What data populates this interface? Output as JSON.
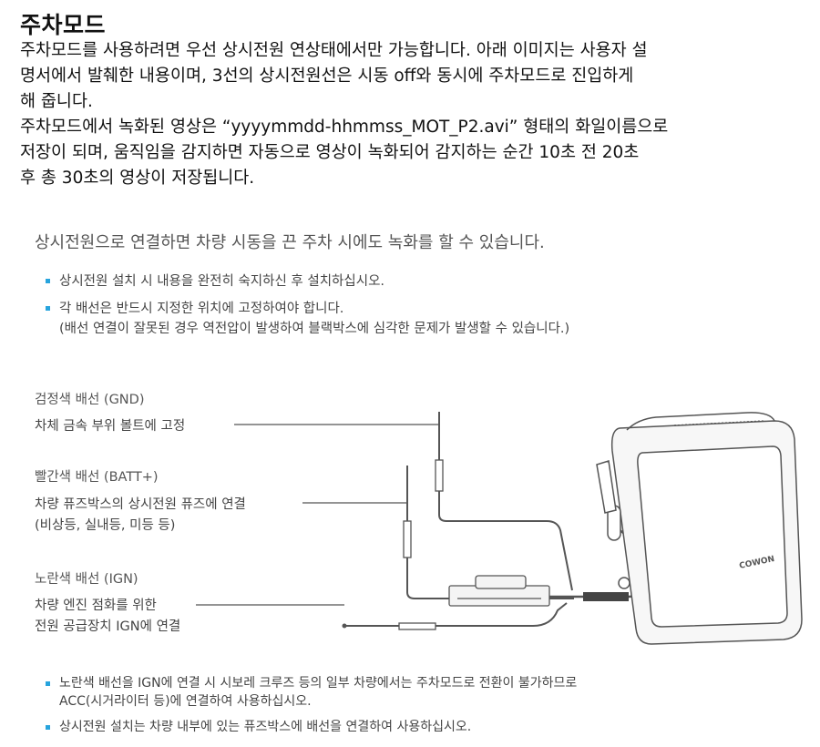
{
  "title": "주차모드",
  "intro": [
    "주차모드를 사용하려면 우선 상시전원 연상태에서만 가능합니다. 아래 이미지는 사용자 설",
    "명서에서 발췌한 내용이며, 3선의 상시전원선은 시동 off와 동시에 주차모드로 진입하게",
    "해 줍니다.",
    "주차모드에서 녹화된 영상은 “yyyymmdd-hhmmss_MOT_P2.avi” 형태의 화일이름으로",
    "저장이 되며, 움직임을 감지하면 자동으로 영상이 녹화되어 감지하는 순간 10초 전 20초",
    "후 총 30초의 영상이 저장됩니다."
  ],
  "lead": "상시전원으로 연결하면 차량 시동을 끈 주차 시에도 녹화를 할 수 있습니다.",
  "notes_top": [
    {
      "line1": "상시전원 설치 시 내용을 완전히 숙지하신 후 설치하십시오.",
      "line2": ""
    },
    {
      "line1": "각 배선은 반드시 지정한 위치에 고정하여야 합니다.",
      "line2": "(배선 연결이 잘못된 경우 역전압이 발생하여 블랙박스에 심각한 문제가 발생할 수 있습니다.)"
    }
  ],
  "wires": {
    "gnd": {
      "name": "검정색 배선 (GND)",
      "desc1": "차체 금속 부위 볼트에 고정"
    },
    "batt": {
      "name": "빨간색 배선 (BATT+)",
      "desc1": "차량 퓨즈박스의 상시전원 퓨즈에 연결",
      "desc2": "(비상등, 실내등, 미등 등)"
    },
    "ign": {
      "name": "노란색 배선 (IGN)",
      "desc1": "차량 엔진 점화를 위한",
      "desc2": "전원 공급장치 IGN에 연결"
    }
  },
  "device": {
    "brand": "COWON"
  },
  "notes_bottom": [
    {
      "line1": "노란색 배선을 IGN에 연결 시 시보레 크루즈 등의 일부 차량에서는 주차모드로 전환이 불가하므로",
      "line2": "ACC(시거라이터 등)에 연결하여 사용하십시오."
    },
    {
      "line1": "상시전원 설치는 차량 내부에 있는 퓨즈박스에 배선을 연결하여 사용하십시오.",
      "line2": ""
    }
  ],
  "colors": {
    "bullet": "#27a4dd",
    "wire": "#555555"
  }
}
